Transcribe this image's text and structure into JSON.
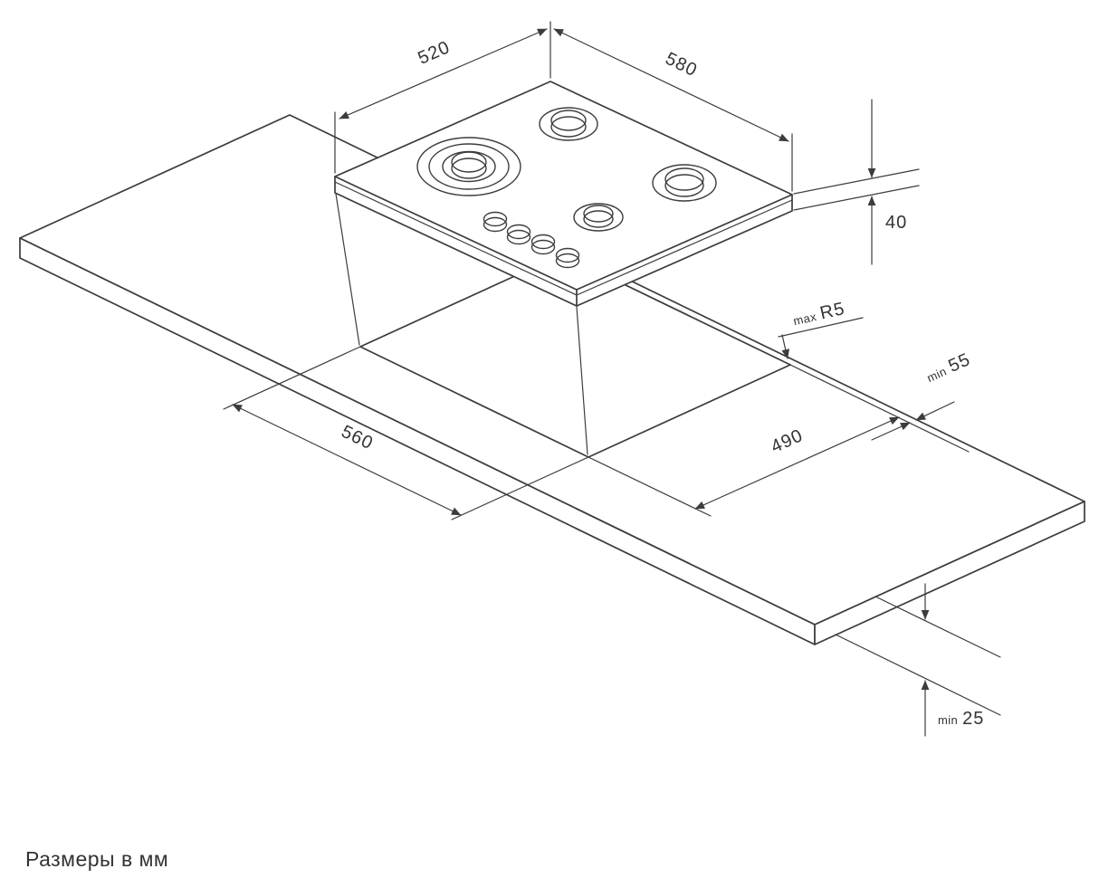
{
  "diagram": {
    "caption": "Размеры в мм",
    "dimensions": {
      "cooktop_width": "520",
      "cooktop_depth": "580",
      "cooktop_height": "40",
      "corner_radius_prefix": "max",
      "corner_radius_value": "R5",
      "rear_clearance_prefix": "min",
      "rear_clearance_value": "55",
      "cutout_width": "560",
      "cutout_depth": "490",
      "edge_clearance_prefix": "min",
      "edge_clearance_value": "25"
    },
    "colors": {
      "line": "#3c3c3c",
      "text": "#333333",
      "background": "#ffffff"
    }
  }
}
